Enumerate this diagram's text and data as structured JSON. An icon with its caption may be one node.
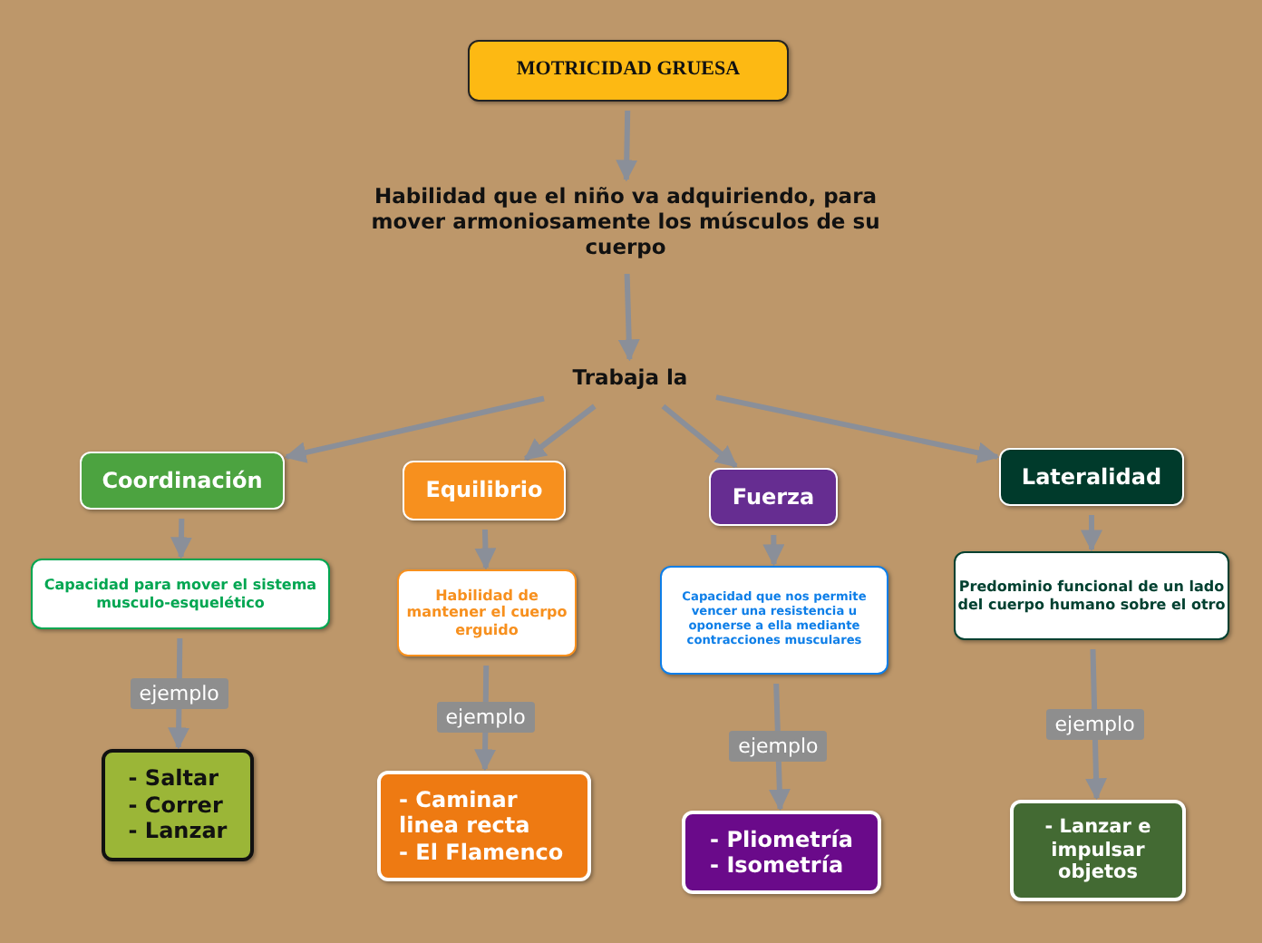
{
  "diagram": {
    "nodes": [
      {
        "text": [
          "MOTRICIDAD GRUESA"
        ]
      },
      {
        "text": [
          "Habilidad que el niño va adquiriendo, para mover armoniosamente los músculos de su cuerpo"
        ]
      },
      {
        "text": [
          "Trabaja la"
        ]
      },
      {
        "text": [
          "Coordinación"
        ]
      },
      {
        "text": [
          "Equilibrio"
        ]
      },
      {
        "text": [
          "Fuerza"
        ]
      },
      {
        "text": [
          "Lateralidad"
        ]
      },
      {
        "text": [
          "Capacidad para mover el sistema musculo-esquelético"
        ]
      },
      {
        "text": [
          "Habilidad de mantener el cuerpo erguido"
        ]
      },
      {
        "text": [
          "Capacidad que nos permite vencer una resistencia u oponerse a ella mediante contracciones musculares"
        ]
      },
      {
        "text": [
          "Predominio funcional de un lado del cuerpo humano sobre el otro"
        ]
      },
      {
        "text": [
          "- Saltar - Correr - Lanzar"
        ]
      },
      {
        "text": [
          "- Caminar linea recta - El Flamenco"
        ]
      },
      {
        "text": [
          "- Pliometría - Isometría"
        ]
      },
      {
        "text": [
          "- Lanzar e impulsar objetos"
        ]
      }
    ],
    "edges": [
      {
        "from": 0,
        "to": 1,
        "arrow": "to"
      },
      {
        "from": 1,
        "to": 2,
        "arrow": "to"
      },
      {
        "from": 2,
        "to": 3,
        "arrow": "to"
      },
      {
        "from": 2,
        "to": 4,
        "arrow": "to"
      },
      {
        "from": 2,
        "to": 5,
        "arrow": "to"
      },
      {
        "from": 2,
        "to": 6,
        "arrow": "to"
      },
      {
        "from": 3,
        "to": 7,
        "arrow": "to"
      },
      {
        "from": 4,
        "to": 8,
        "arrow": "to"
      },
      {
        "from": 5,
        "to": 9,
        "arrow": "to"
      },
      {
        "from": 6,
        "to": 10,
        "arrow": "to"
      },
      {
        "from": 7,
        "to": 11,
        "arrow": "to",
        "label": "ejemplo"
      },
      {
        "from": 8,
        "to": 12,
        "arrow": "to",
        "label": "ejemplo"
      },
      {
        "from": 9,
        "to": 13,
        "arrow": "to",
        "label": "ejemplo"
      },
      {
        "from": 10,
        "to": 14,
        "arrow": "to",
        "label": "ejemplo"
      }
    ]
  }
}
